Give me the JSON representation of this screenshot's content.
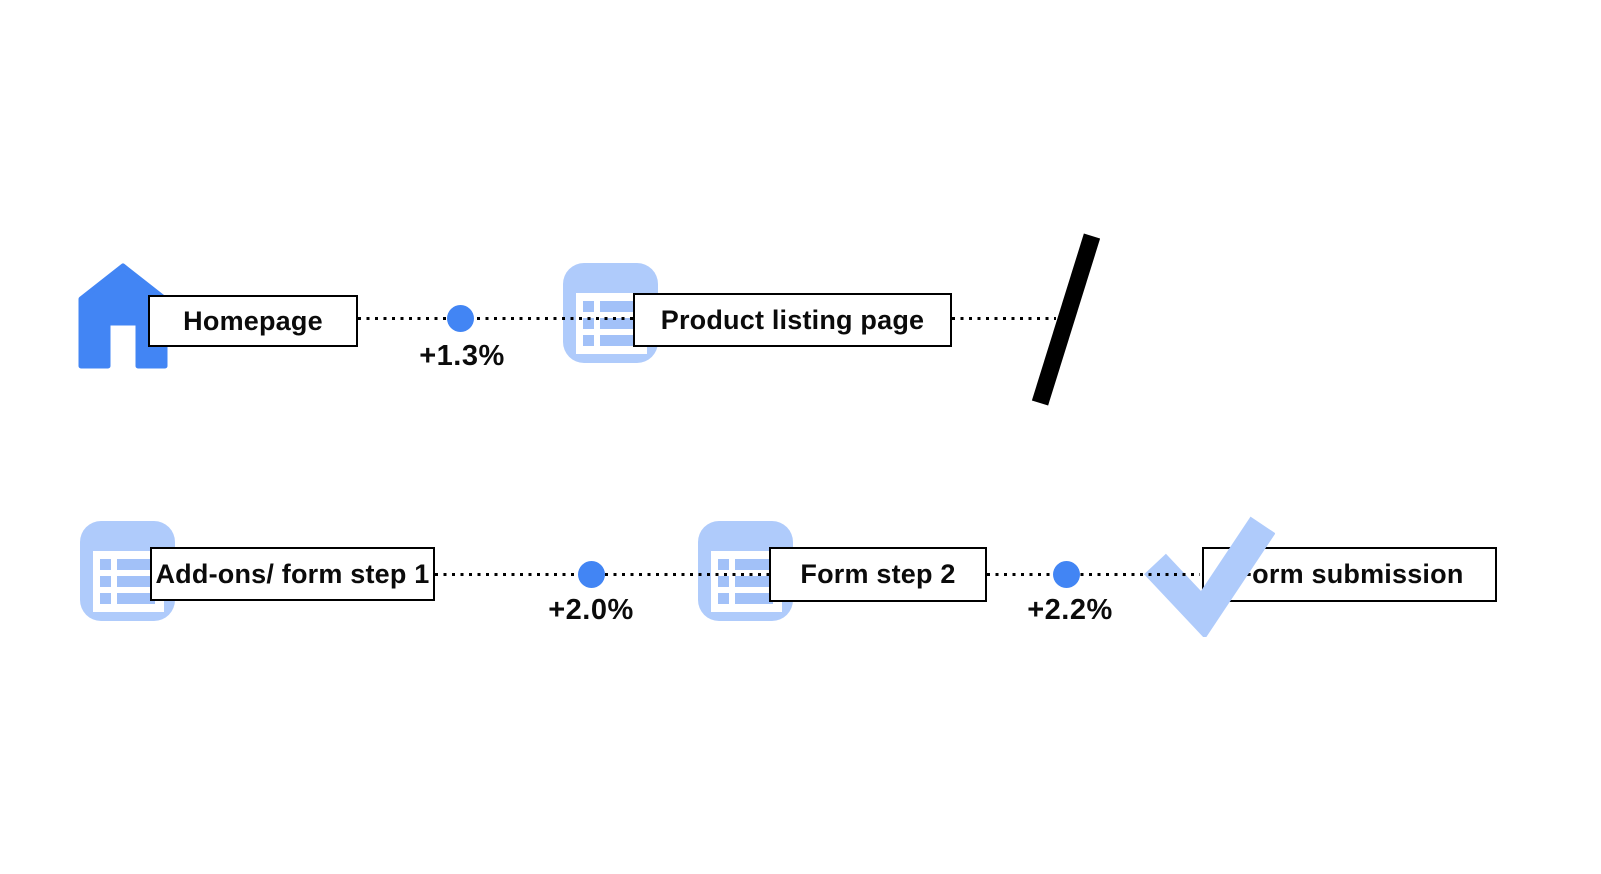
{
  "colors": {
    "primary_blue": "#4285F4",
    "light_blue": "#AFCBFB",
    "light_blue_rows": "#A2C1F8",
    "line_black": "#000000",
    "box_bg": "#FFFFFF"
  },
  "funnel": {
    "row1": {
      "steps": [
        {
          "icon": "home-icon",
          "label": "Homepage"
        },
        {
          "icon": "list-icon",
          "label": "Product listing page"
        }
      ],
      "transitions": [
        {
          "uplift": "+1.3%"
        }
      ],
      "continuation_marker": "slash-break"
    },
    "row2": {
      "steps": [
        {
          "icon": "list-icon",
          "label": "Add-ons/ form step 1"
        },
        {
          "icon": "list-icon",
          "label": "Form step 2"
        },
        {
          "icon": "check-icon",
          "label": "Form submission"
        }
      ],
      "transitions": [
        {
          "uplift": "+2.0%"
        },
        {
          "uplift": "+2.2%"
        }
      ]
    }
  }
}
